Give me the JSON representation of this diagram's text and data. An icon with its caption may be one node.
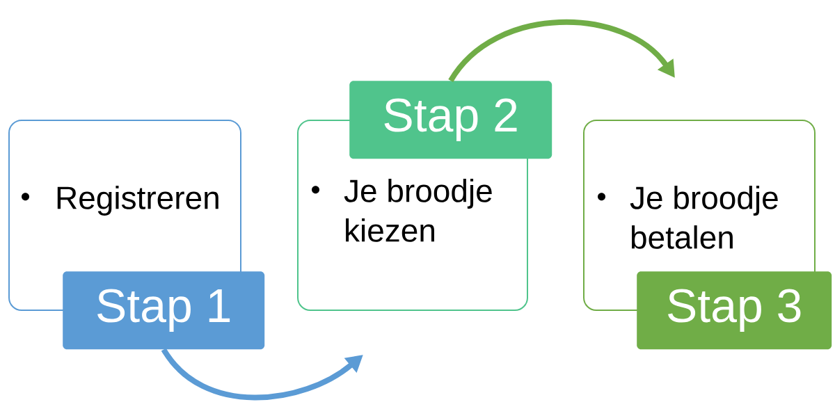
{
  "diagram": {
    "nodes": [
      {
        "text": [
          "Registreren"
        ]
      },
      {
        "text": [
          "Stap 1"
        ]
      },
      {
        "text": [
          "Je broodje kiezen"
        ]
      },
      {
        "text": [
          "Stap 2"
        ]
      },
      {
        "text": [
          "Je broodje betalen"
        ]
      },
      {
        "text": [
          "Stap 3"
        ]
      }
    ],
    "edges": [
      {
        "from": 1,
        "to": 2,
        "arrow": "to",
        "color": "#5b9bd5"
      },
      {
        "from": 3,
        "to": 4,
        "arrow": "to",
        "color": "#70ad47"
      }
    ]
  }
}
